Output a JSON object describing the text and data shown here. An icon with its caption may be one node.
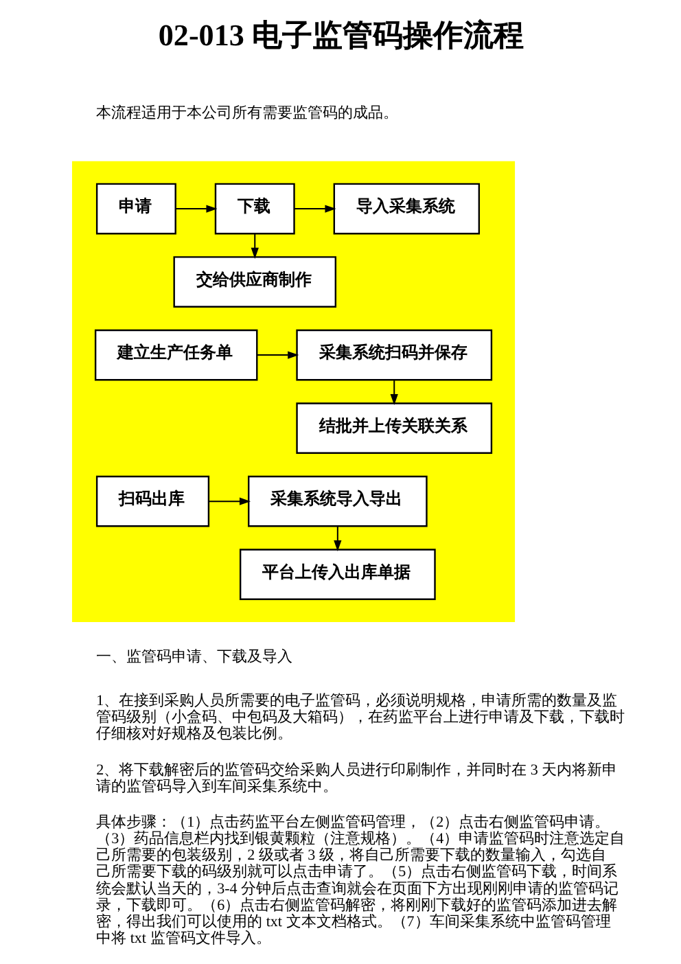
{
  "diagram": {
    "title": "02-013 电子监管码操作流程",
    "nodes": [
      {
        "text": [],
        "shape": "box"
      },
      {
        "text": [
          "申请"
        ],
        "in": 0
      },
      {
        "text": [
          "下载"
        ],
        "in": 0
      },
      {
        "text": [
          "导入采集系统"
        ],
        "in": 0
      },
      {
        "text": [
          "交给供应商制作"
        ],
        "in": 0
      },
      {
        "text": [
          "建立生产任务单"
        ],
        "in": 0
      },
      {
        "text": [
          "采集系统扫码并保存"
        ],
        "in": 0
      },
      {
        "text": [
          "结批并上传关联关系"
        ],
        "in": 0
      },
      {
        "text": [
          "扫码出库"
        ],
        "in": 0
      },
      {
        "text": [
          "采集系统导入导出"
        ],
        "in": 0
      },
      {
        "text": [
          "平台上传入出库单据"
        ],
        "in": 0
      }
    ],
    "edges": [
      {
        "from": 1,
        "to": 2,
        "arrow": "to"
      },
      {
        "from": 2,
        "to": 3,
        "arrow": "to"
      },
      {
        "from": 2,
        "to": 4,
        "arrow": "to"
      },
      {
        "from": 5,
        "to": 6,
        "arrow": "to"
      },
      {
        "from": 6,
        "to": 7,
        "arrow": "to"
      },
      {
        "from": 8,
        "to": 9,
        "arrow": "to"
      },
      {
        "from": 9,
        "to": 10,
        "arrow": "to"
      }
    ],
    "labels": [
      "本流程适用于本公司所有需要监管码的成品。",
      "一、监管码申请、下载及导入",
      "1、在接到采购人员所需要的电子监管码，必须说明规格，申请所需的数量及监管码级别（小盒码、中包码及大箱码），在药监平台上进行申请及下载，下载时仔细核对好规格及包装比例。",
      "2、将下载解密后的监管码交给采购人员进行印刷制作，并同时在 3 天内将新申请的监管码导入到车间采集系统中。",
      "具体步骤：（1）点击药监平台左侧监管码管理，（2）点击右侧监管码申请。（3）药品信息栏内找到银黄颗粒（注意规格）。（4）申请监管码时注意选定自己所需要的包装级别，2 级或者 3 级，将自己所需要下载的数量输入，勾选自己所需要下载的码级别就可以点击申请了。（5）点击右侧监管码下载，时间系统会默认当天的，3-4 分钟后点击查询就会在页面下方出现刚刚申请的监管码记录，下载即可。（6）点击右侧监管码解密，将刚刚下载好的监管码添加进去解密，得出我们可以使用的 txt 文本文档格式。（7）车间采集系统中监管码管理中将 txt 监管码文件导入。"
    ]
  }
}
